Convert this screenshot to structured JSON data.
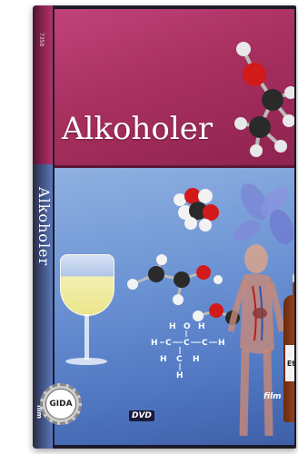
{
  "cover": {
    "title": "Alkoholer",
    "spine_title": "Alkoholer",
    "spine_number": "7358",
    "spine_brand": "film",
    "publisher_badge": "GIDA",
    "format_logo": "DVD",
    "brand_corner": "film",
    "bottle_label": "Ethanol"
  },
  "colors": {
    "top_band": "#a8305f",
    "bottom_band": "#6d94d4",
    "case": "#1b1b2a"
  },
  "icons": {
    "molecules": "molecule-model-icon",
    "glass": "wine-glass-icon",
    "bottle": "bottle-icon",
    "figure": "human-body-icon",
    "badge": "gear-badge-icon"
  }
}
